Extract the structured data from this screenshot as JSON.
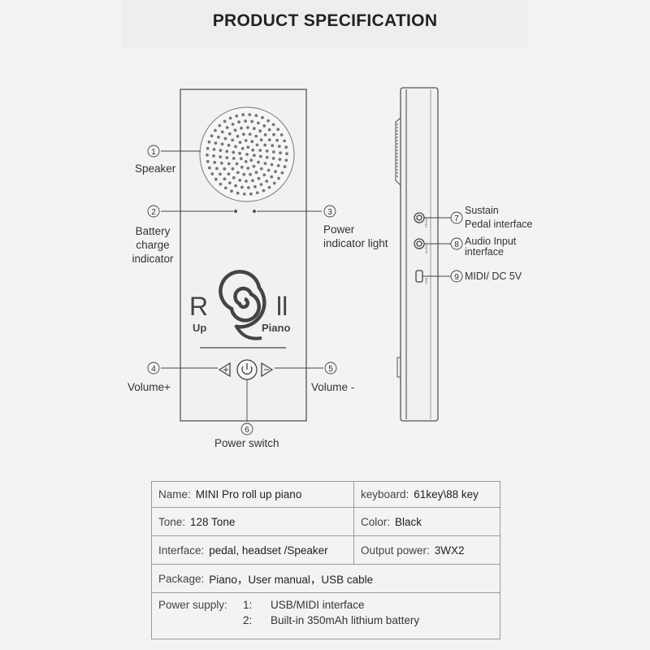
{
  "header": {
    "title": "PRODUCT SPECIFICATION"
  },
  "front": {
    "callouts": [
      {
        "num": "1",
        "label": "Speaker"
      },
      {
        "num": "2",
        "label_lines": [
          "Battery",
          "charge",
          "indicator"
        ]
      },
      {
        "num": "3",
        "label_lines": [
          "Power",
          "indicator light"
        ]
      },
      {
        "num": "4",
        "label": "Volume+"
      },
      {
        "num": "5",
        "label": "Volume -"
      },
      {
        "num": "6",
        "label": "Power switch"
      }
    ],
    "logo": {
      "text": "ROll",
      "sub_left": "Up",
      "sub_right": "Piano"
    }
  },
  "side": {
    "callouts": [
      {
        "num": "7",
        "label_lines": [
          "Sustain",
          "Pedal interface"
        ]
      },
      {
        "num": "8",
        "label_lines": [
          "Audio Input",
          "interface"
        ]
      },
      {
        "num": "9",
        "label": "MIDI/ DC 5V"
      }
    ]
  },
  "specs": {
    "rows": [
      {
        "left": {
          "key": "Name:",
          "value": "MINI Pro roll up piano"
        },
        "right": {
          "key": "keyboard:",
          "value": "61key\\88 key"
        }
      },
      {
        "left": {
          "key": "Tone:",
          "value": "128 Tone"
        },
        "right": {
          "key": "Color:",
          "value": "Black"
        }
      },
      {
        "left": {
          "key": "Interface:",
          "value": "pedal, headset /Speaker"
        },
        "right": {
          "key": "Output power:",
          "value": "3WX2"
        }
      }
    ],
    "package": {
      "key": "Package:",
      "value": "Piano，User manual，USB cable"
    },
    "power_supply": {
      "key": "Power supply:",
      "items": [
        {
          "num": "1:",
          "text": "USB/MIDI interface"
        },
        {
          "num": "2:",
          "text": "Built-in 350mAh lithium battery"
        }
      ]
    }
  }
}
